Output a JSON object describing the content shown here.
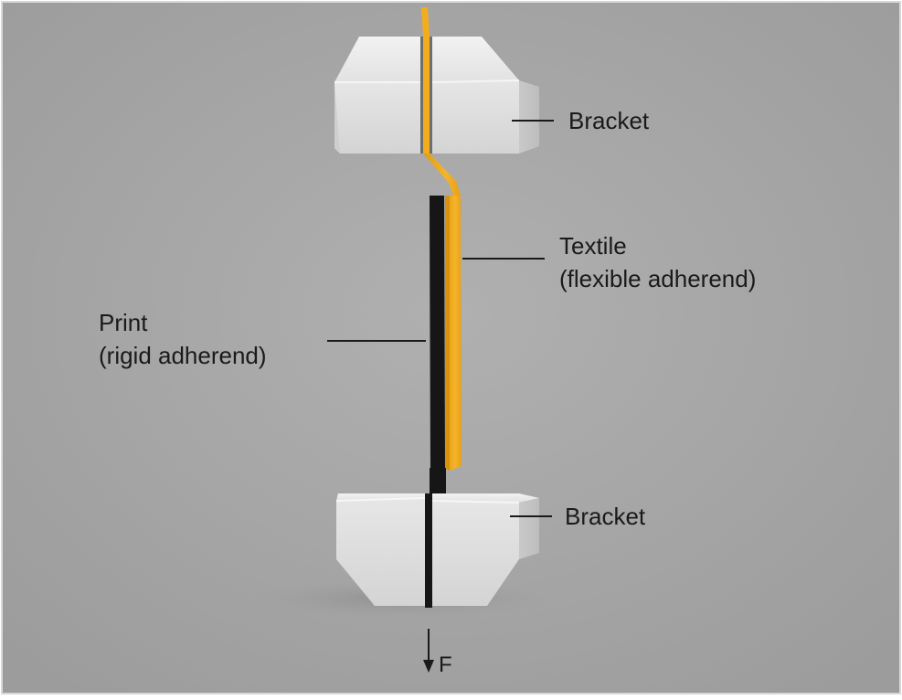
{
  "labels": {
    "bracket_top": "Bracket",
    "bracket_bottom": "Bracket",
    "textile_line1": "Textile",
    "textile_line2": "(flexible adherend)",
    "print_line1": "Print",
    "print_line2": "(rigid adherend)",
    "force": "F"
  },
  "colors": {
    "background": "#a8a8a8",
    "textile": "#f2ad1f",
    "print": "#161616",
    "bracket": "#dedede"
  }
}
